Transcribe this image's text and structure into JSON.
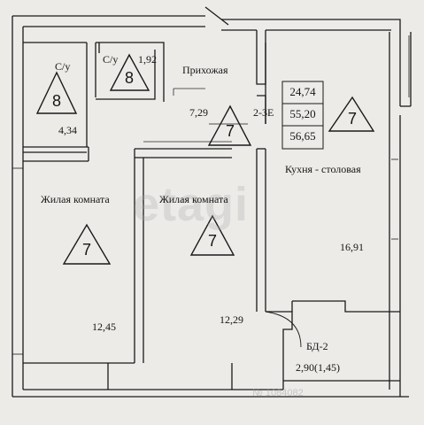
{
  "rooms": {
    "bathroom_1": {
      "label": "С/у",
      "area": "4,34",
      "class": "8"
    },
    "bathroom_2": {
      "label": "С/у",
      "area": "1,92",
      "class": "8"
    },
    "hallway": {
      "label": "Прихожая",
      "area": "7,29",
      "class": "7"
    },
    "living_room_1": {
      "label": "Жилая комната",
      "area": "12,45",
      "class": "7"
    },
    "living_room_2": {
      "label": "Жилая комната",
      "area": "12,29",
      "class": "7"
    },
    "kitchen": {
      "label": "Кухня - столовая",
      "area": "16,91",
      "class": "7"
    },
    "balcony": {
      "label": "БД-2",
      "area": "2,90(1,45)"
    }
  },
  "apartment": {
    "type": "2-3Е",
    "living_area": "24,74",
    "total_area": "55,20",
    "total_with_balcony": "56,65"
  },
  "watermark": {
    "text": "etagi",
    "small": "№ 1084082"
  },
  "colors": {
    "line": "#1a1a1a",
    "paper": "#ecebe8",
    "wall_fill": "#ffffff"
  }
}
